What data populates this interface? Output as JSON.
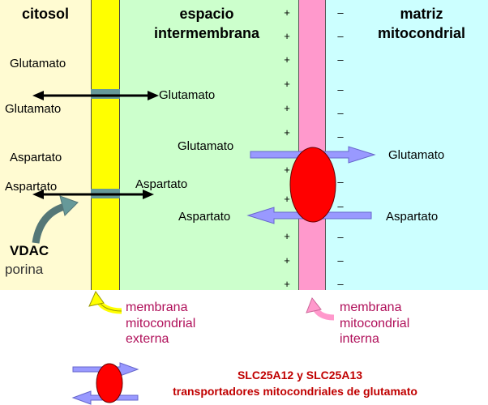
{
  "headers": {
    "cytosol": "citosol",
    "intermembrane_1": "espacio",
    "intermembrane_2": "intermembrana",
    "matrix_1": "matriz",
    "matrix_2": "mitocondrial"
  },
  "cytosol_labels": {
    "glutamate_top": "Glutamato",
    "glutamate_mid": "Glutamato",
    "aspartate_top": "Aspartato",
    "aspartate_mid": "Aspartato"
  },
  "intermembrane_labels": {
    "glutamate_right": "Glutamato",
    "aspartate_right": "Aspartato",
    "glutamate_inner": "Glutamato",
    "aspartate_inner": "Aspartato"
  },
  "matrix_labels": {
    "glutamate": "Glutamato",
    "aspartate": "Aspartato"
  },
  "vdac": {
    "title": "VDAC",
    "subtitle": "porina"
  },
  "charges": {
    "positive": "+",
    "negative": "–"
  },
  "outer_membrane_label": [
    "membrana",
    "mitocondrial",
    "externa"
  ],
  "inner_membrane_label": [
    "membrana",
    "mitocondrial",
    "interna"
  ],
  "legend": {
    "line1": "SLC25A12  y  SLC25A13",
    "line2": "transportadores mitocondriales de glutamato"
  },
  "colors": {
    "cytosol_bg": "#fffbd2",
    "intermembrane_bg": "#ccffcc",
    "matrix_bg": "#ccffff",
    "outer_membrane": "#ffff00",
    "inner_membrane": "#ff99cc",
    "carrier": "#ff0000",
    "transport_arrow": "#9999ff",
    "label_magenta": "#b0105a",
    "legend_red": "#c00000"
  }
}
